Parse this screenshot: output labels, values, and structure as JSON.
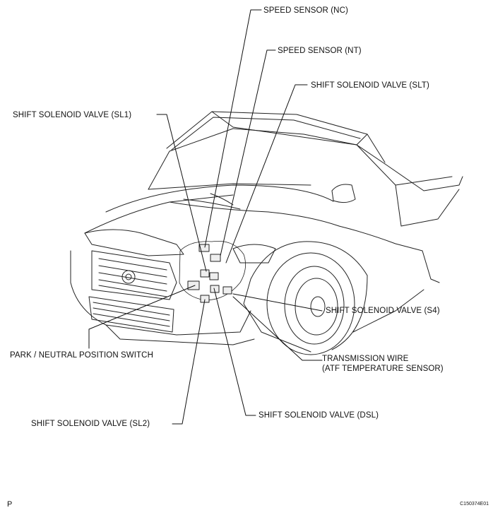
{
  "labels": {
    "speed_sensor_nc": "SPEED SENSOR (NC)",
    "speed_sensor_nt": "SPEED SENSOR (NT)",
    "shift_solenoid_slt": "SHIFT SOLENOID VALVE (SLT)",
    "shift_solenoid_sl1": "SHIFT SOLENOID VALVE (SL1)",
    "shift_solenoid_s4": "SHIFT SOLENOID VALVE (S4)",
    "transmission_wire_line1": "TRANSMISSION WIRE",
    "transmission_wire_line2": "(ATF TEMPERATURE SENSOR)",
    "park_neutral_switch": "PARK / NEUTRAL POSITION SWITCH",
    "shift_solenoid_sl2": "SHIFT SOLENOID VALVE (SL2)",
    "shift_solenoid_dsl": "SHIFT SOLENOID VALVE (DSL)"
  },
  "footer": {
    "page_marker": "P",
    "figure_code": "C150374E01"
  }
}
